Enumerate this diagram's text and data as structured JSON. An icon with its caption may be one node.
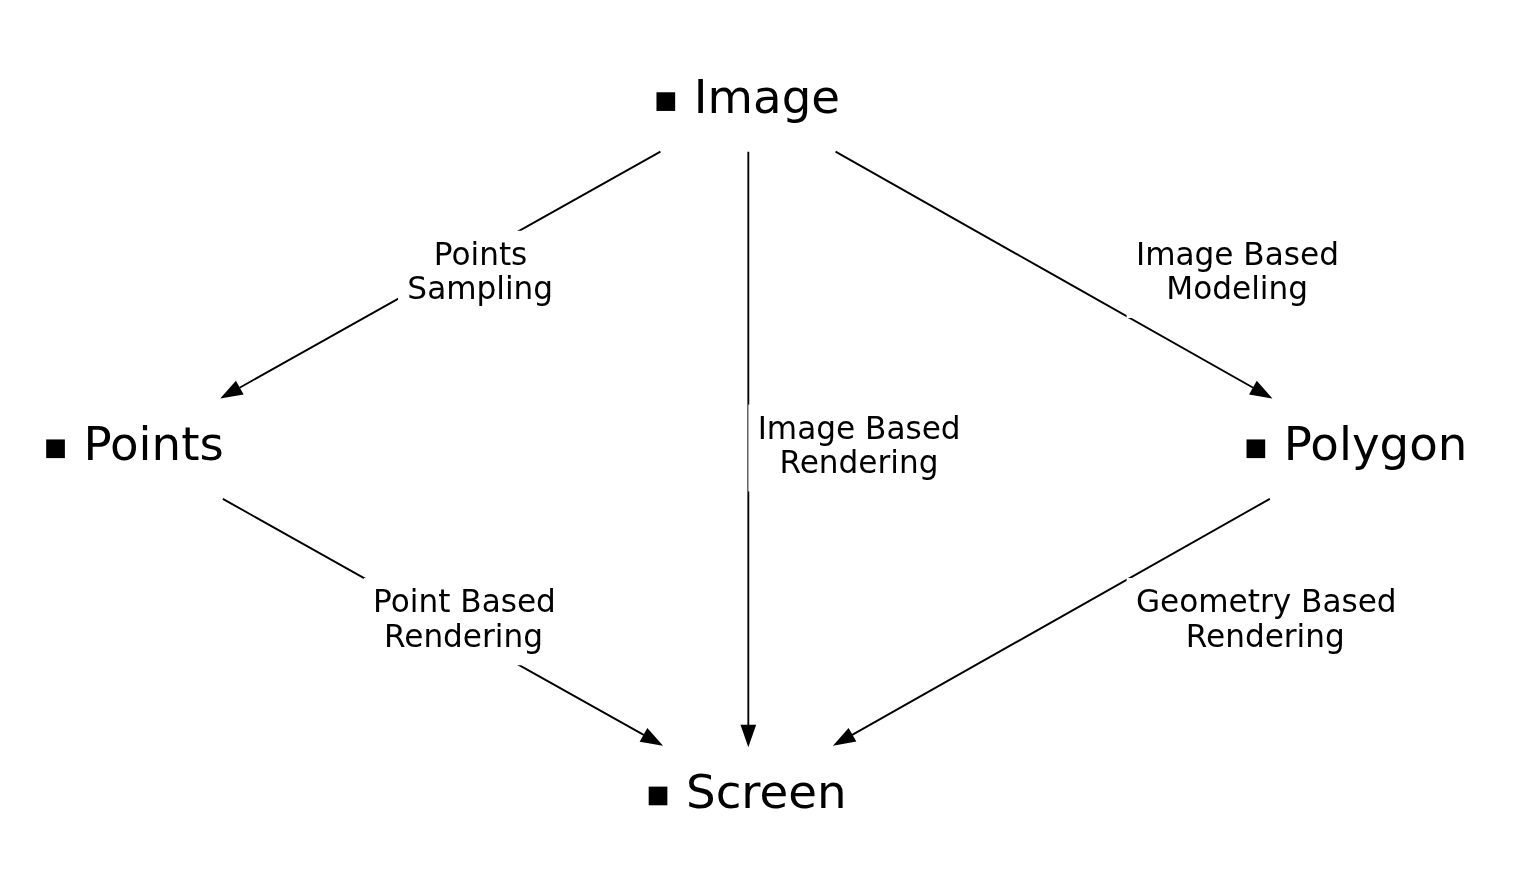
{
  "diagram": {
    "nodes": [
      {
        "text": [
          "Image"
        ]
      },
      {
        "text": [
          "Points"
        ]
      },
      {
        "text": [
          "Polygon"
        ]
      },
      {
        "text": [
          "Screen"
        ]
      }
    ],
    "edges": [
      {
        "from": 0,
        "to": 1,
        "arrow": "to",
        "label": "Points Sampling"
      },
      {
        "from": 0,
        "to": 3,
        "arrow": "to",
        "label": "Image Based Rendering"
      },
      {
        "from": 0,
        "to": 2,
        "arrow": "to",
        "label": "Image Based Modeling"
      },
      {
        "from": 1,
        "to": 3,
        "arrow": "to",
        "label": "Point Based Rendering"
      },
      {
        "from": 2,
        "to": 3,
        "arrow": "to",
        "label": "Geometry Based Rendering"
      }
    ]
  }
}
